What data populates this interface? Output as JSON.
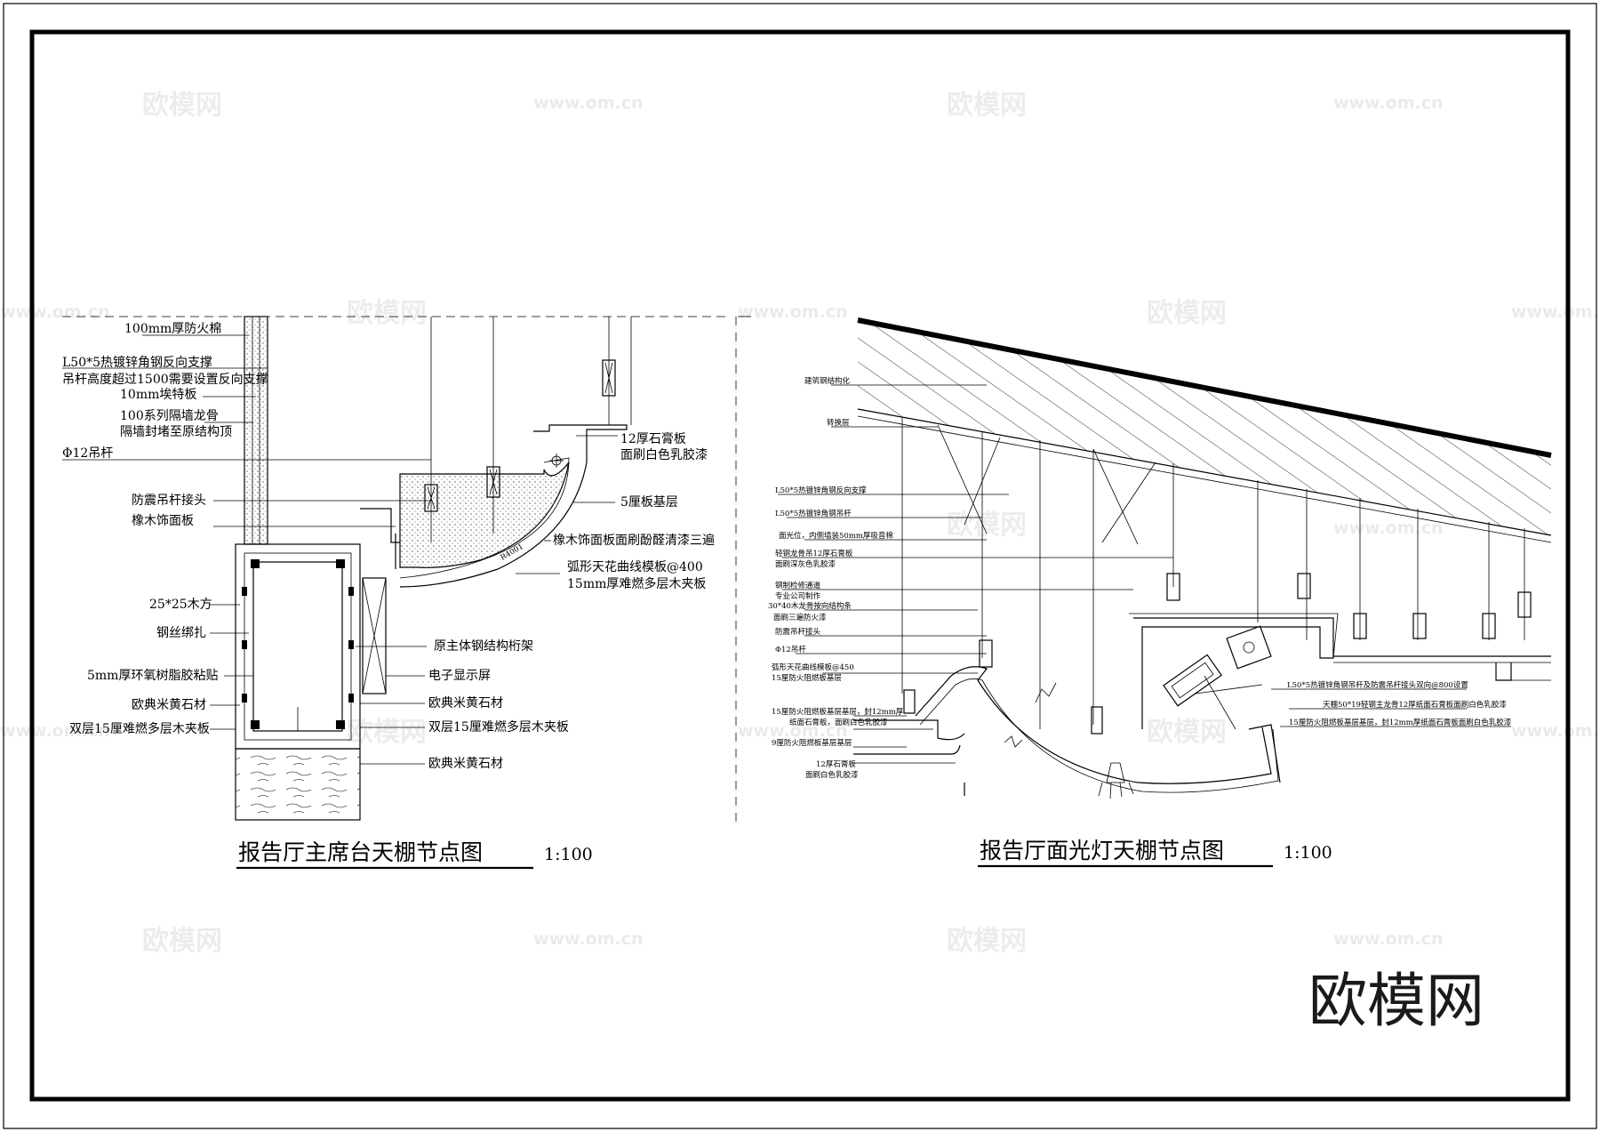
{
  "left_drawing": {
    "title": "报告厅主席台天棚节点图",
    "scale": "1:100",
    "labels_left": [
      "100mm厚防火棉",
      "L50*5热镀锌角钢反向支撑",
      "吊杆高度超过1500需要设置反向支撑",
      "10mm埃特板",
      "100系列隔墙龙骨",
      "隔墙封堵至原结构顶",
      "Φ12吊杆",
      "防震吊杆接头",
      "橡木饰面板",
      "25*25木方",
      "钢丝绑扎",
      "5mm厚环氧树脂胶粘贴",
      "欧典米黄石材",
      "双层15厘难燃多层木夹板"
    ],
    "labels_right": [
      "12厚石膏板",
      "面刷白色乳胶漆",
      "5厘板基层",
      "橡木饰面板面刷酚醛清漆三遍",
      "弧形天花曲线模板@400",
      "15mm厚难燃多层木夹板",
      "原主体钢结构桁架",
      "电子显示屏",
      "欧典米黄石材",
      "双层15厘难燃多层木夹板",
      "欧典米黄石材"
    ],
    "dimension": "R4001"
  },
  "right_drawing": {
    "title": "报告厅面光灯天棚节点图",
    "scale": "1:100",
    "labels_left": [
      "建筑钢结构化",
      "转换层",
      "L50*5热镀锌角钢反向支撑",
      "L50*5热镀锌角钢吊杆",
      "面光位，内侧墙装50mm厚吸音棉",
      "轻钢龙骨吊12厚石膏板",
      "面刷深灰色乳胶漆",
      "钢制检修通道",
      "专业公司制作",
      "30*40木龙骨按向结构条",
      "面刷三遍防火漆",
      "防震吊杆接头",
      "Φ12吊杆",
      "弧形天花曲线模板@450",
      "15厘防火阻燃板基层",
      "15厘防火阻燃板基层基层，封12mm厚",
      "纸面石膏板，面刷白色乳胶漆",
      "9厘防火阻燃板基层基层",
      "12厚石膏板",
      "面刷白色乳胶漆"
    ],
    "labels_right": [
      "L50*5热镀锌角钢吊杆及防震吊杆接头双向@800设置",
      "天棚50*19轻钢主龙骨12厚纸面石膏板面刷白色乳胶漆",
      "15厘防火阻燃板基层基层，封12mm厚纸面石膏板面刷白色乳胶漆"
    ]
  },
  "watermarks": {
    "brand": "欧模网",
    "url": "www.om.cn"
  },
  "logo_text": "欧模网"
}
